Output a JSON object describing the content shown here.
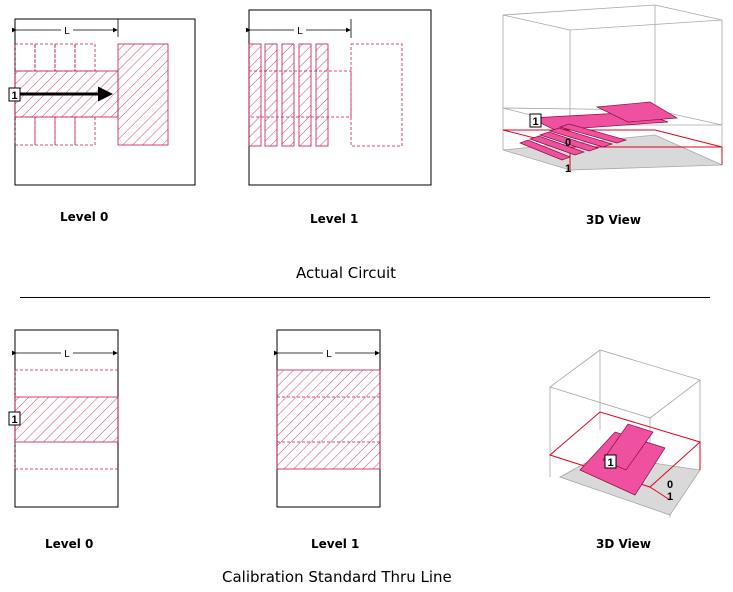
{
  "sections": {
    "actual": {
      "title": "Actual Circuit",
      "level0": {
        "caption": "Level 0",
        "dim_label": "L",
        "port_label": "1"
      },
      "level1": {
        "caption": "Level 1",
        "dim_label": "L"
      },
      "view3d": {
        "caption": "3D View",
        "port_label": "1",
        "level0_label": "0",
        "level1_label": "1"
      }
    },
    "calibration": {
      "title": "Calibration Standard Thru Line",
      "level0": {
        "caption": "Level 0",
        "dim_label": "L",
        "port_label": "1"
      },
      "level1": {
        "caption": "Level 1",
        "dim_label": "L"
      },
      "view3d": {
        "caption": "3D View",
        "port_label": "1",
        "level0_label": "0",
        "level1_label": "1"
      }
    }
  },
  "colors": {
    "metal_stroke": "#c8144b",
    "metal_fill_3d": "#f050a0",
    "substrate_fill": "#d9d9d9",
    "box_edge": "#a6a6a6",
    "plane_edge": "#e8001c"
  }
}
